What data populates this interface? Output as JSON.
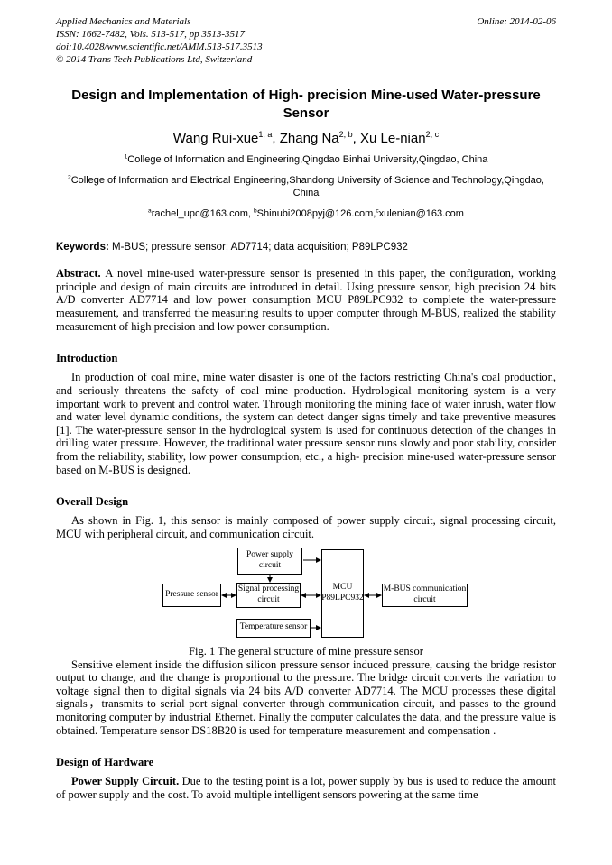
{
  "header": {
    "journal": "Applied Mechanics and Materials",
    "online": "Online: 2014-02-06",
    "issn": "ISSN: 1662-7482, Vols. 513-517, pp 3513-3517",
    "doi": "doi:10.4028/www.scientific.net/AMM.513-517.3513",
    "copyright": "© 2014 Trans Tech Publications Ltd, Switzerland"
  },
  "title": "Design and Implementation of High- precision Mine-used Water-pressure Sensor",
  "authors": {
    "list": [
      {
        "name": "Wang Rui-xue",
        "sup": "1, a",
        "sep": ", "
      },
      {
        "name": "Zhang Na",
        "sup": "2, b",
        "sep": ", "
      },
      {
        "name": "Xu Le-nian",
        "sup": "2, c",
        "sep": ""
      }
    ]
  },
  "affiliations": [
    {
      "sup": "1",
      "text": "College of Information and Engineering,Qingdao Binhai University,Qingdao, China"
    },
    {
      "sup": "2",
      "text": "College of Information and Electrical Engineering,Shandong University of Science and Technology,Qingdao, China"
    }
  ],
  "emails": [
    {
      "sup": "a",
      "text": "rachel_upc@163.com, "
    },
    {
      "sup": "b",
      "text": "Shinubi2008pyj@126.com,"
    },
    {
      "sup": "c",
      "text": "xulenian@163.com"
    }
  ],
  "keywords": {
    "label": "Keywords:",
    "value": "M-BUS; pressure sensor; AD7714; data acquisition; P89LPC932"
  },
  "abstract": {
    "label": "Abstract.",
    "text": "A novel mine-used water-pressure sensor is presented in this paper, the configuration, working principle and design of main circuits are introduced in detail. Using pressure sensor, high precision 24 bits A/D converter AD7714 and low power consumption MCU P89LPC932 to complete the water-pressure measurement, and transferred the measuring results to upper computer through M-BUS, realized the stability measurement of high precision and low power consumption."
  },
  "sections": {
    "introduction": {
      "heading": "Introduction",
      "body": "In production of coal mine, mine water disaster is one of the factors restricting China's coal production, and seriously threatens the safety of coal mine production. Hydrological monitoring system is a very important work to prevent and control water. Through monitoring the mining face of water inrush, water flow and water level dynamic conditions, the system can detect danger signs timely and take preventive measures [1]. The water-pressure sensor in the hydrological system is used for continuous detection of the changes in drilling water pressure. However, the traditional water pressure sensor runs slowly and poor stability, consider from the reliability, stability, low power consumption, etc., a high- precision mine-used water-pressure sensor based on M-BUS is designed."
    },
    "overall_design": {
      "heading": "Overall Design",
      "lead": "As shown in Fig. 1, this sensor is mainly composed of power supply circuit, signal processing circuit, MCU with peripheral circuit, and communication circuit.",
      "figure": {
        "boxes": {
          "power_supply": {
            "line1": "Power supply",
            "line2": "circuit"
          },
          "pressure_sensor": {
            "line1": "Pressure sensor"
          },
          "signal_processing": {
            "line1": "Signal processing",
            "line2": "circuit"
          },
          "mcu": {
            "line1": "MCU",
            "line2": "P89LPC932"
          },
          "mbus": {
            "line1": "M-BUS communication",
            "line2": "circuit"
          },
          "temperature_sensor": {
            "line1": "Temperature sensor"
          }
        },
        "caption": "Fig. 1 The general structure of mine pressure sensor"
      },
      "body": "Sensitive element inside the diffusion silicon pressure sensor induced pressure, causing the bridge resistor output to change, and the change is proportional to the pressure. The bridge circuit converts the variation to voltage signal then to digital signals via 24 bits A/D converter AD7714. The MCU processes these digital signals，transmits to serial port signal converter through communication circuit, and passes to the ground monitoring computer by industrial Ethernet. Finally the computer calculates the data, and the pressure value is obtained. Temperature sensor DS18B20 is used for temperature measurement and compensation ."
    },
    "hardware": {
      "heading": "Design of Hardware",
      "power_supply_label": "Power Supply Circuit.",
      "power_supply_text": "Due to the testing point is a lot, power supply by bus is used to reduce the amount of power supply and the cost. To avoid multiple intelligent sensors powering at the same time"
    }
  }
}
